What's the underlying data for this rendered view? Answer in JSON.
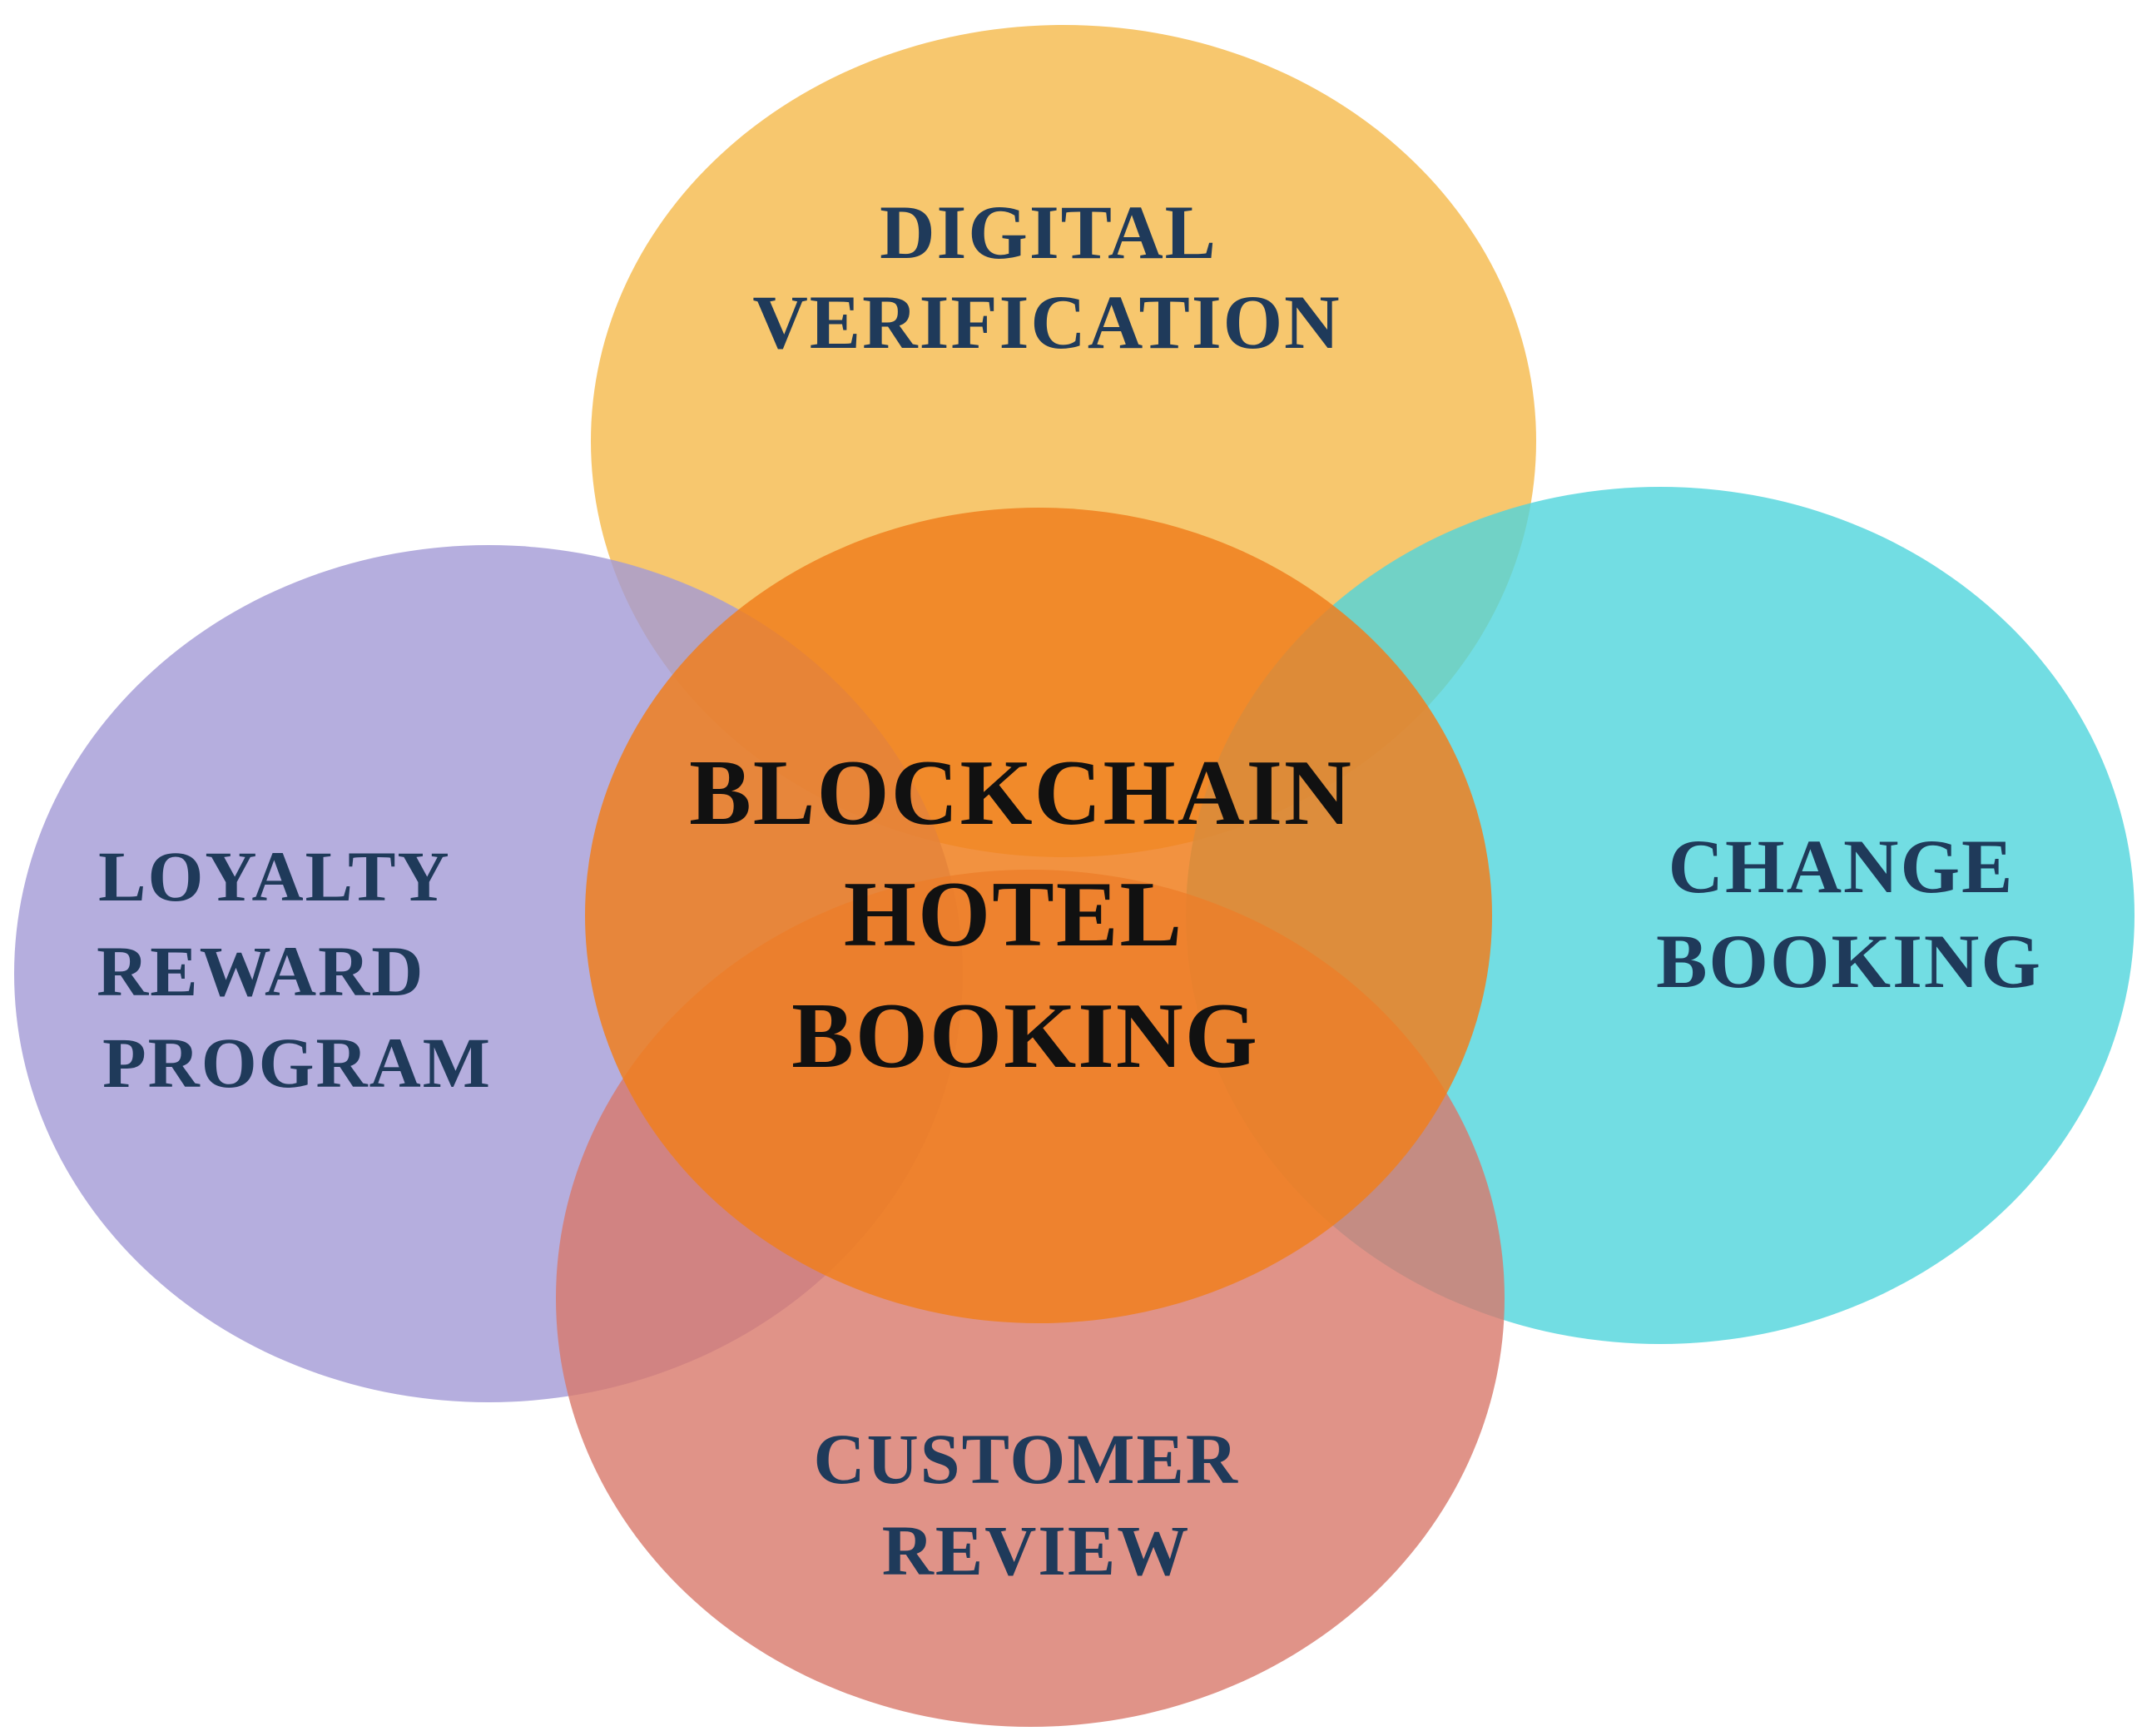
{
  "diagram": {
    "center": {
      "lines": [
        "BLOCKCHAIN",
        "HOTEL",
        "BOOKING"
      ],
      "color": "#f07f1e",
      "text_color": "#111111"
    },
    "circles": [
      {
        "id": "top",
        "lines": [
          "DIGITAL",
          "VERIFICATION"
        ],
        "color": "#f5b94a",
        "text_color": "#1f3a5a"
      },
      {
        "id": "left",
        "lines": [
          "LOYALTY",
          "REWARD",
          "PROGRAM"
        ],
        "color": "#a39ad6",
        "text_color": "#1f3a5a"
      },
      {
        "id": "right",
        "lines": [
          "CHANGE",
          "BOOKING"
        ],
        "color": "#4fd5dc",
        "text_color": "#1f3a5a"
      },
      {
        "id": "bottom",
        "lines": [
          "CUSTOMER",
          "REVIEW"
        ],
        "color": "#d8786a",
        "text_color": "#1f3a5a"
      }
    ]
  }
}
